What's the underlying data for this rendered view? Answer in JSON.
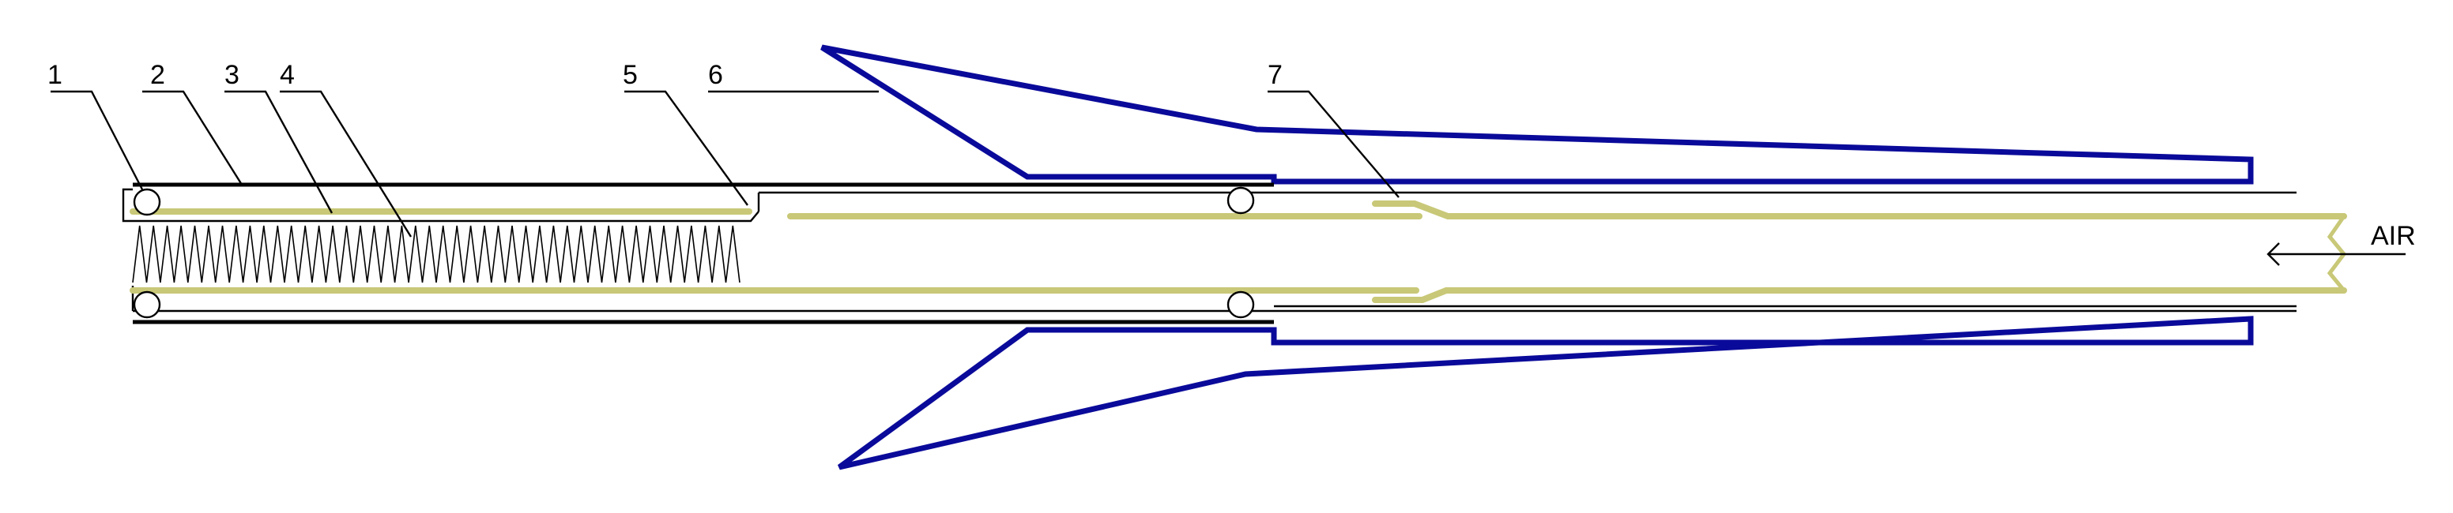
{
  "labels": {
    "l1": "1",
    "l2": "2",
    "l3": "3",
    "l4": "4",
    "l5": "5",
    "l6": "6",
    "l7": "7",
    "air": "AIR"
  },
  "colors": {
    "fin": "#0a0a9a",
    "rod": "#c8c878",
    "line": "#000000"
  },
  "spring_coil_count": 44
}
